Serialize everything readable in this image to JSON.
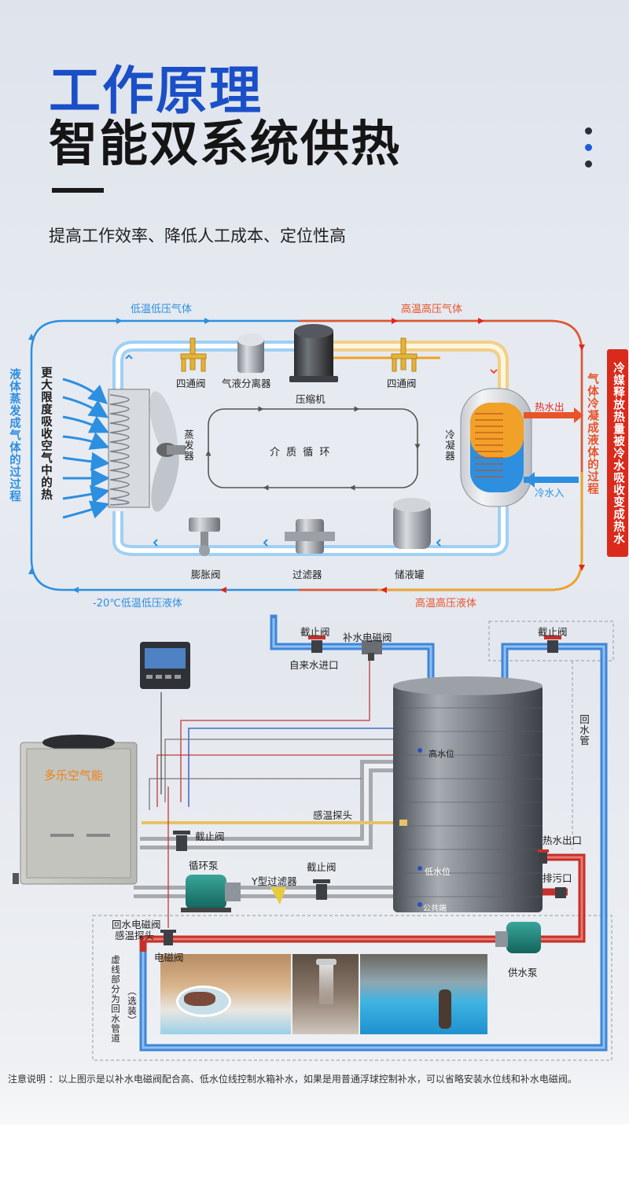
{
  "header": {
    "title_main": "工作原理",
    "title_sub": "智能双系统供热",
    "subtitle": "提高工作效率、降低人工成本、定位性高",
    "dots_colors": [
      "#2a2f3a",
      "#1f5bd6",
      "#2a2f3a"
    ]
  },
  "cycle": {
    "top_left_flow": "低温低压气体",
    "top_right_flow": "高温高压气体",
    "bottom_left_flow": "-20℃低温低压液体",
    "bottom_right_flow": "高温高压液体",
    "left_side": "液体蒸发成气体的过过程",
    "absorb_text": "更大限度吸收空气中的热",
    "right_side": "气体冷凝成液体的过程",
    "far_right": "冷媒释放热量被冷水吸收变成热水",
    "center_label": "介 质 循 环",
    "components": {
      "four_way_valve_left": "四通阀",
      "gas_liquid_separator": "气液分离器",
      "compressor": "压缩机",
      "four_way_valve_right": "四通阀",
      "evaporator": "蒸发器",
      "condenser": "冷凝器",
      "hot_out": "热水出",
      "cold_in": "冷水入",
      "expansion_valve": "膨胀阀",
      "filter": "过滤器",
      "reservoir": "储液罐"
    },
    "colors": {
      "cold": "#2d8fe0",
      "hot": "#e8542a",
      "warm": "#f3b21b",
      "red_arrow": "#e0261e"
    }
  },
  "system": {
    "brand": "多乐空气能",
    "stop_valve_top": "截止阀",
    "fill_valve": "补水电磁阀",
    "tap_inlet": "自来水进口",
    "stop_valve_right": "截止阀",
    "return_pipe": "回水管",
    "high_level": "高水位",
    "temp_probe": "感温探头",
    "stop_valve_mid": "截止阀",
    "circ_pump": "循环泵",
    "y_filter": "Y型过滤器",
    "stop_valve_low": "截止阀",
    "low_level": "低水位",
    "common_end": "公共端",
    "hot_outlet": "热水出口",
    "drain": "排污口",
    "return_valve": "回水电磁阀",
    "temp_probe_2": "感温探头",
    "solenoid": "电磁阀",
    "supply_pump": "供水泵",
    "dashed_note": "虚线部分为回水管道",
    "optional": "（选装）"
  },
  "note": "注意说明 ：以上图示是以补水电磁阀配合高、低水位线控制水箱补水，如果是用普通浮球控制补水，可以省略安装水位线和补水电磁阀。"
}
